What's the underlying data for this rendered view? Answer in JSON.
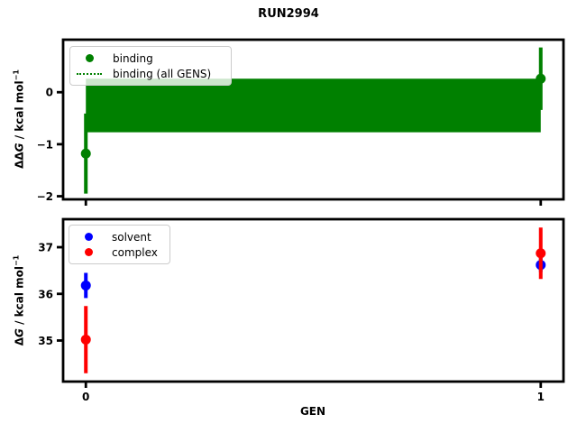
{
  "figure": {
    "title": "RUN2994"
  },
  "colors": {
    "binding": "#008000",
    "solvent": "#0000ff",
    "complex": "#ff0000",
    "spine": "#000000"
  },
  "chart_data": [
    {
      "type": "scatter",
      "id": "ddg-vs-gen",
      "ylabel": {
        "pre": "ΔΔ",
        "var": "G",
        "post": " / kcal mol",
        "sup": "−1"
      },
      "xlim": [
        -0.05,
        1.05
      ],
      "ylim": [
        -2.06,
        1.01
      ],
      "grid": false,
      "yticks": [
        {
          "v": 0,
          "label": "0"
        },
        {
          "v": -1,
          "label": "−1"
        },
        {
          "v": -2,
          "label": "−2"
        }
      ],
      "xticks": [
        {
          "v": 0,
          "label": ""
        },
        {
          "v": 1,
          "label": ""
        }
      ],
      "band": {
        "x": [
          0,
          1
        ],
        "low": -0.77,
        "high": 0.26,
        "color": "#008000",
        "label": "binding (all GENS)"
      },
      "series": [
        {
          "name": "binding",
          "color": "#008000",
          "points": [
            {
              "x": 0,
              "y": -1.18,
              "err": 0.77
            },
            {
              "x": 1,
              "y": 0.26,
              "err": 0.6
            }
          ]
        }
      ],
      "legend": {
        "position": "upper left",
        "items": [
          {
            "label": "binding",
            "swatch": "dot",
            "color": "#008000"
          },
          {
            "label": "binding (all GENS)",
            "swatch": "dotted-line",
            "color": "#008000"
          }
        ]
      }
    },
    {
      "type": "scatter",
      "id": "dg-vs-gen",
      "ylabel": {
        "pre": "Δ",
        "var": "G",
        "post": " / kcal mol",
        "sup": "−1"
      },
      "xlabel": "GEN",
      "xlim": [
        -0.05,
        1.05
      ],
      "ylim": [
        34.12,
        37.6
      ],
      "grid": false,
      "yticks": [
        {
          "v": 35,
          "label": "35"
        },
        {
          "v": 36,
          "label": "36"
        },
        {
          "v": 37,
          "label": "37"
        }
      ],
      "xticks": [
        {
          "v": 0,
          "label": "0"
        },
        {
          "v": 1,
          "label": "1"
        }
      ],
      "series": [
        {
          "name": "solvent",
          "color": "#0000ff",
          "points": [
            {
              "x": 0,
              "y": 36.18,
              "err": 0.27
            },
            {
              "x": 1,
              "y": 36.62,
              "err": 0.15
            }
          ]
        },
        {
          "name": "complex",
          "color": "#ff0000",
          "points": [
            {
              "x": 0,
              "y": 35.02,
              "err": 0.72
            },
            {
              "x": 1,
              "y": 36.87,
              "err": 0.55
            }
          ]
        }
      ],
      "legend": {
        "position": "upper left",
        "items": [
          {
            "label": "solvent",
            "swatch": "dot",
            "color": "#0000ff"
          },
          {
            "label": "complex",
            "swatch": "dot",
            "color": "#ff0000"
          }
        ]
      }
    }
  ]
}
